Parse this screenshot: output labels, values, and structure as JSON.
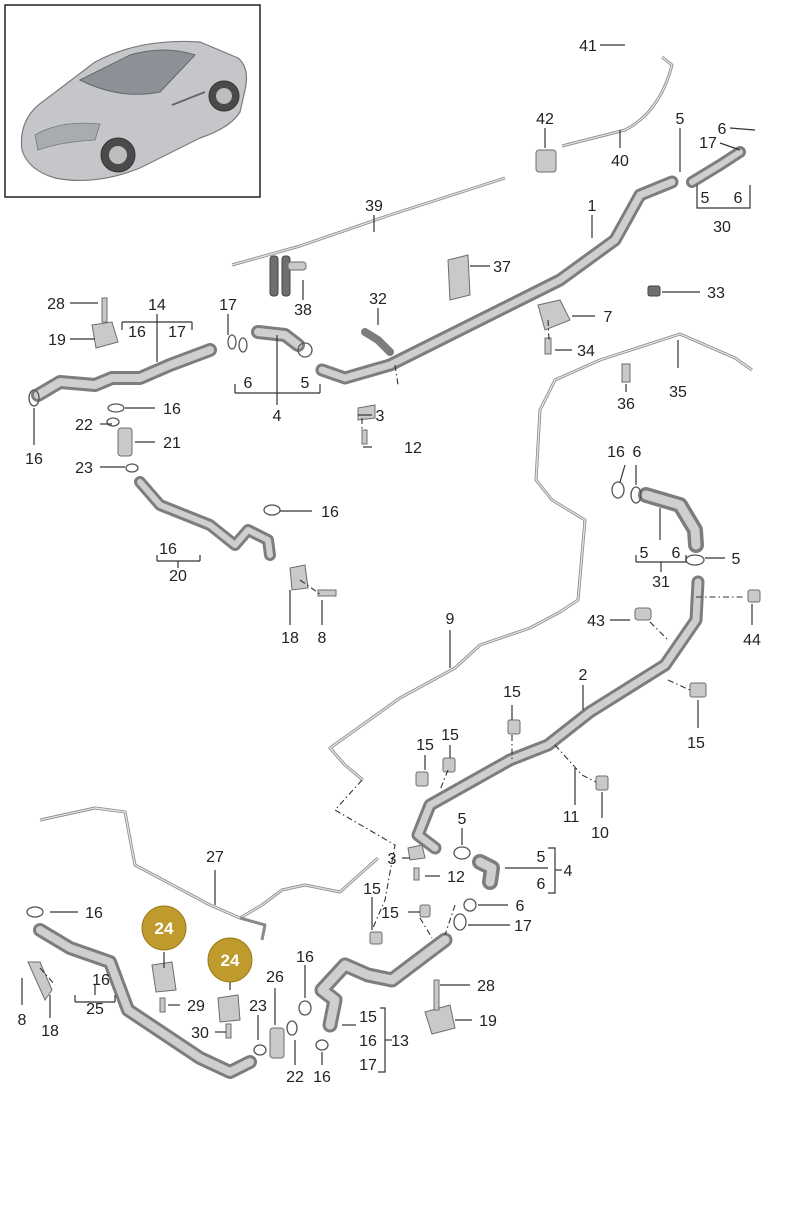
{
  "callouts": [
    "24",
    "24"
  ],
  "labels": {
    "n41": "41",
    "n42": "42",
    "n40": "40",
    "n5a": "5",
    "n6a": "6",
    "n17a": "17",
    "n5b": "5",
    "n6b": "6",
    "n30": "30",
    "n39": "39",
    "n1": "1",
    "n37": "37",
    "n38": "38",
    "n33": "33",
    "n28a": "28",
    "n14": "14",
    "n16a": "16",
    "n17b": "17",
    "n19a": "19",
    "n17c": "17",
    "n32": "32",
    "n7": "7",
    "n34": "34",
    "n6c": "6",
    "n5c": "5",
    "n4a": "4",
    "n35": "35",
    "n36": "36",
    "n16b": "16",
    "n22a": "22",
    "n3a": "3",
    "n16c": "16",
    "n21": "21",
    "n12a": "12",
    "n23a": "23",
    "n16d": "16",
    "n6d": "6",
    "n16e": "16",
    "n16f": "16",
    "n20": "20",
    "n5d": "5",
    "n6e": "6",
    "n31": "31",
    "n5e": "5",
    "n18a": "18",
    "n8a": "8",
    "n43": "43",
    "n44": "44",
    "n9": "9",
    "n2": "2",
    "n15a": "15",
    "n15b": "15",
    "n15c": "15",
    "n15d": "15",
    "n11": "11",
    "n10": "10",
    "n5f": "5",
    "n3b": "3",
    "n5g": "5",
    "n6f": "6",
    "n4b": "4",
    "n12b": "12",
    "n27": "27",
    "n15e": "15",
    "n16g": "16",
    "n15f": "15",
    "n6g": "6",
    "n17d": "17",
    "n16h": "16",
    "n16i": "16",
    "n26": "26",
    "n28b": "28",
    "n8b": "8",
    "n25": "25",
    "n18b": "18",
    "n29": "29",
    "n23b": "23",
    "n30b": "30",
    "n15g": "15",
    "n13": "13",
    "n16j": "16",
    "n17e": "17",
    "n19b": "19",
    "n22b": "22",
    "n16k": "16"
  }
}
